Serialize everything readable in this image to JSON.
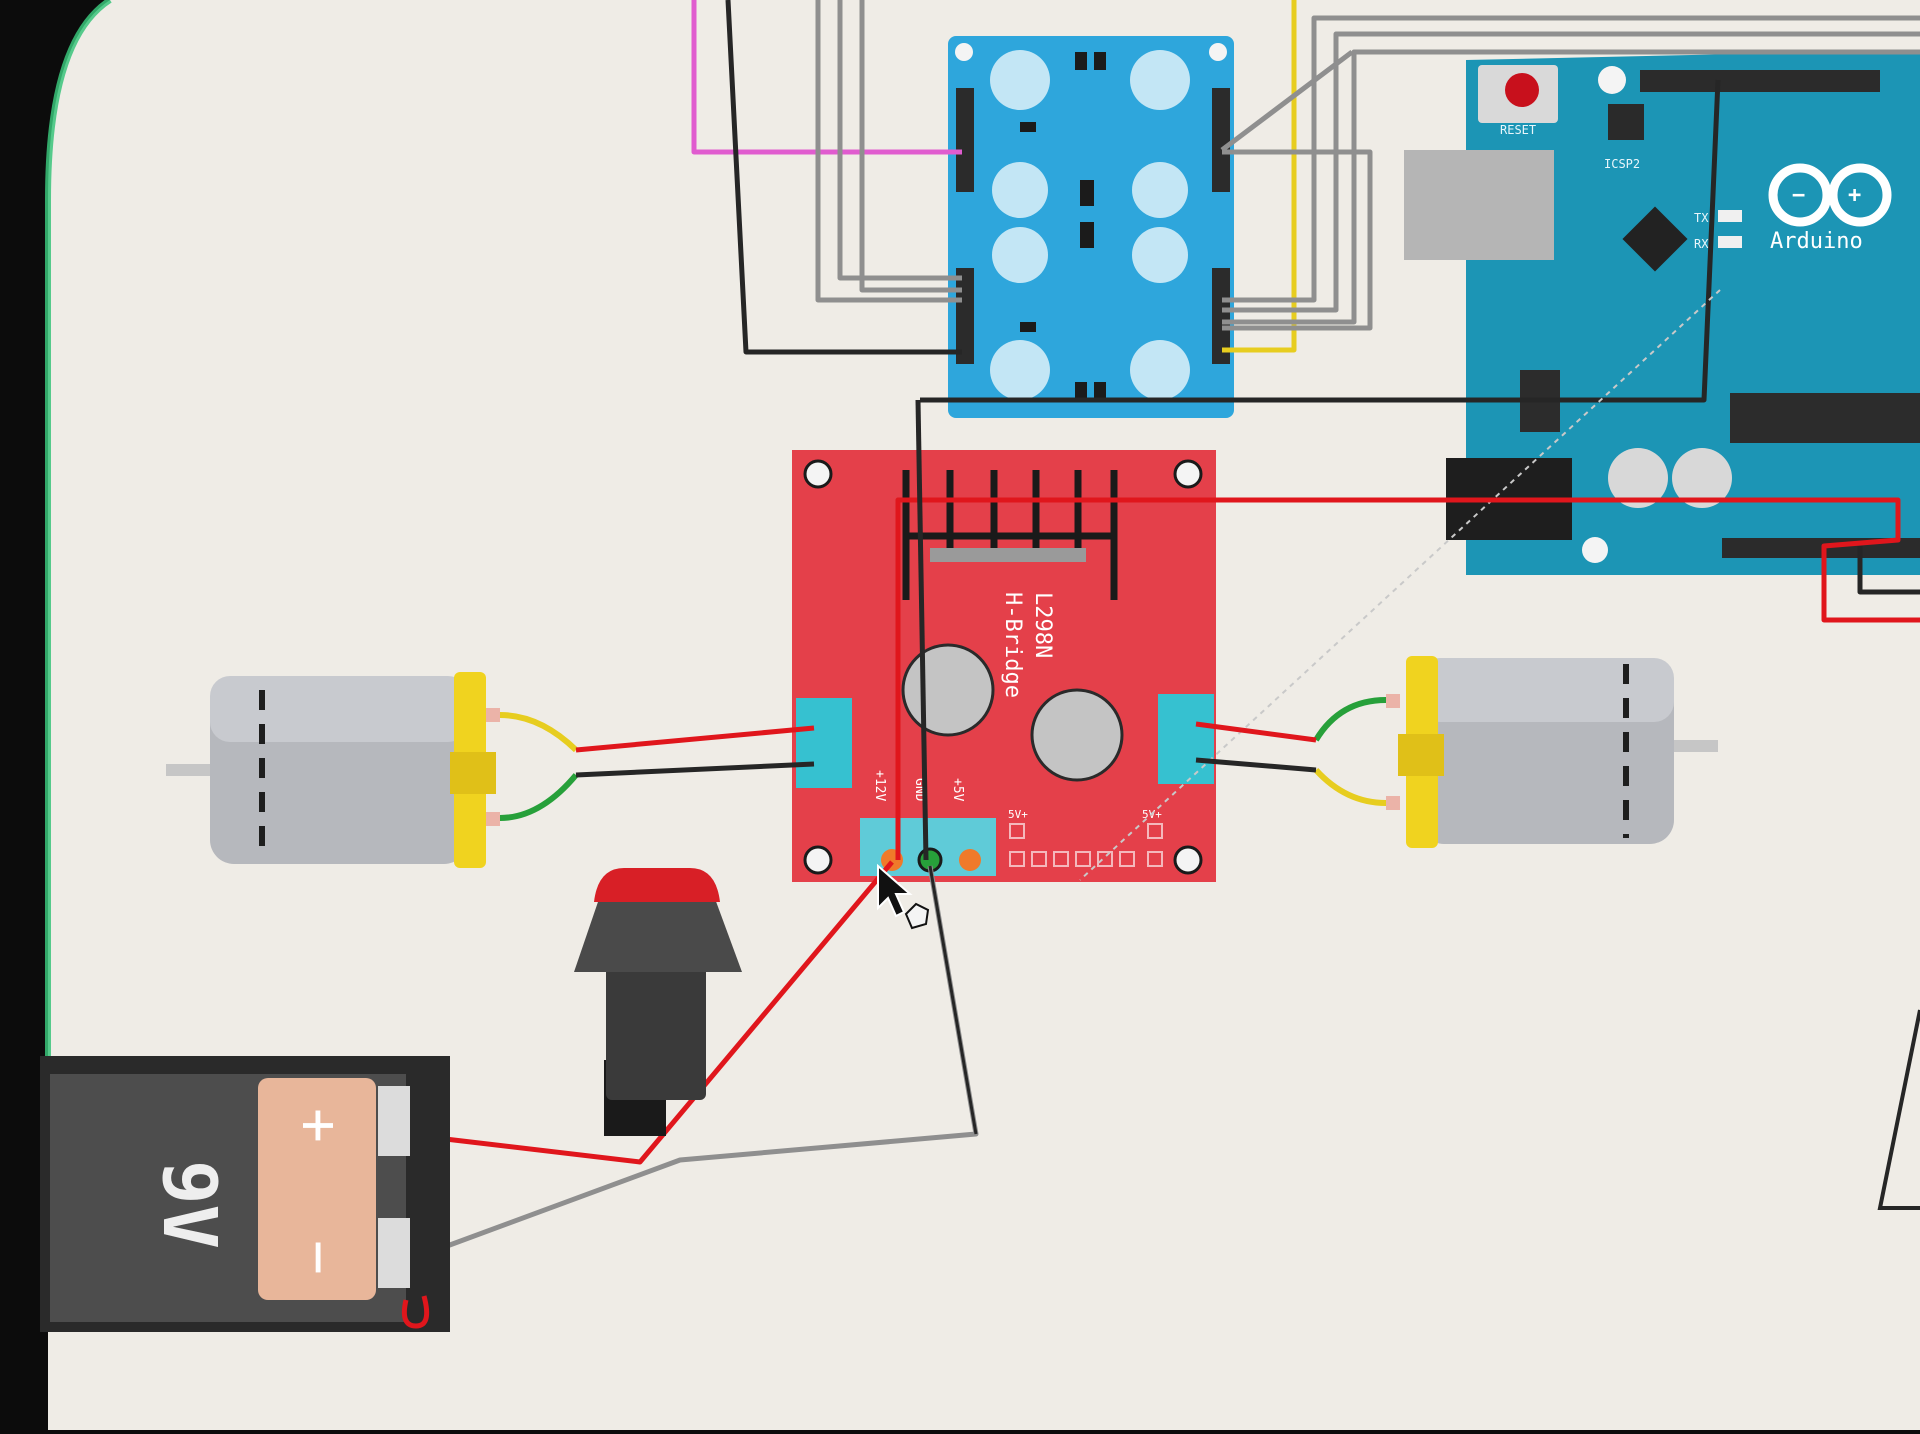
{
  "canvas": {
    "background": "#efece6",
    "bezel": "#0c0c0c",
    "bezel_glow": "#39c47a"
  },
  "colors": {
    "sensor_board": "#2ea6dc",
    "hbridge_board": "#e4404a",
    "arduino_board": "#1c95b5",
    "wire_red": "#e0161c",
    "wire_black": "#262626",
    "wire_gray": "#8f8f8f",
    "wire_yellow": "#e7cd1f",
    "wire_pink": "#e05ccf",
    "wire_green": "#27a03a",
    "motor_body": "#b6b8bd",
    "motor_cap": "#f0d31f",
    "battery_body": "#4d4d4d",
    "battery_label": "#e8b69a"
  },
  "labels": {
    "hbridge_chip": "L298N",
    "hbridge_name": "H-Bridge",
    "pin_12v": "+12V",
    "pin_gnd": "GND",
    "pin_5v": "+5V",
    "pin_ena": "5V+",
    "pin_enb": "5V+",
    "arduino_brand": "Arduino",
    "arduino_reset": "RESET",
    "arduino_icsp": "ICSP2",
    "arduino_tx": "TX",
    "arduino_rx": "RX",
    "battery_voltage": "9V",
    "battery_plus": "+",
    "battery_minus": "−"
  },
  "icons": {
    "cursor": "mouse-pointer-icon",
    "hand": "hand-cursor-icon"
  }
}
